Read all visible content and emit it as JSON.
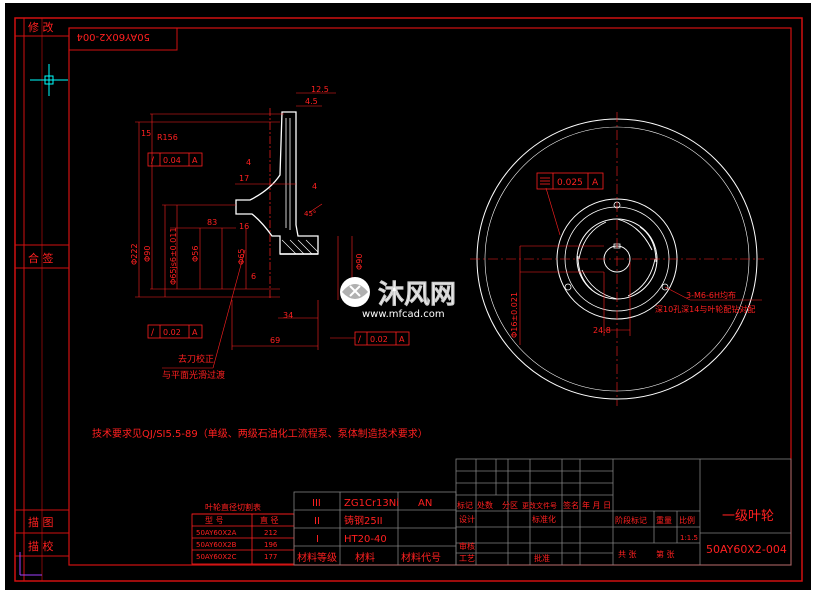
{
  "colors": {
    "background": "#000000",
    "outer_frame": "#d01010",
    "geometry": "#ffffff",
    "dimension": "#ff2020",
    "title_text": "#ff2020",
    "annotation_yellow": "#e8e030",
    "border_gray": "#808080",
    "crosshair": "#00ffff"
  },
  "margin_labels": {
    "top_left": "修 改",
    "middle_left": "合 签",
    "bottom_left_1": "描 图",
    "bottom_left_2": "描 校"
  },
  "drawing_number_box": "50AY60X2-004",
  "section_view": {
    "dims": [
      "12.5",
      "4.5",
      "15",
      "R156",
      "0.04",
      "A",
      "4",
      "17",
      "4",
      "83",
      "16",
      "Φ222",
      "Φ90",
      "Φ65js6±0.011",
      "Φ56",
      "Φ65",
      "6",
      "Φ90",
      "45°",
      "34",
      "69",
      "0.02",
      "A",
      "0.02",
      "A"
    ],
    "note_1": "去刀校正",
    "note_2": "与平面光滑过渡"
  },
  "front_view": {
    "flatness_value": "0.025",
    "flatness_datum": "A",
    "vertical_dim": "Φ16±0.021",
    "width_dim": "24.8",
    "hole_note_1": "3-M6-6H均布",
    "hole_note_2": "深10孔深14与叶轮配钻对配"
  },
  "watermark": {
    "brand": "沐风网",
    "url": "www.mfcad.com"
  },
  "tech_requirement": "技术要求见QJ/SI5.5-89（单级、两级石油化工流程泵、泵体制造技术要求）",
  "cut_table": {
    "title": "叶轮直径切割表",
    "headers": [
      "型  号",
      "直 径"
    ],
    "rows": [
      [
        "50AY60X2A",
        "212"
      ],
      [
        "50AY60X2B",
        "196"
      ],
      [
        "50AY60X2C",
        "177"
      ]
    ]
  },
  "material_table": {
    "rows": [
      [
        "III",
        "ZG1Cr13Ni",
        "AN"
      ],
      [
        "II",
        "铸钢25II",
        ""
      ],
      [
        "I",
        "HT20-40",
        ""
      ]
    ],
    "footer": [
      "材料等级",
      "材料",
      "材料代号"
    ]
  },
  "title_block": {
    "part_name": "一级叶轮",
    "drawing_no": "50AY60X2-004",
    "rev_header": [
      "标记",
      "处数",
      "分区",
      "更改文件号",
      "签名",
      "年 月 日"
    ],
    "roles": [
      "设计",
      "标准化",
      "审核",
      "工艺",
      "批准"
    ],
    "stage_headers": [
      "阶段标记",
      "重量",
      "比例"
    ],
    "scale": "1:1.5",
    "sheets_label_1": "共 张",
    "sheets_label_2": "第 张"
  }
}
